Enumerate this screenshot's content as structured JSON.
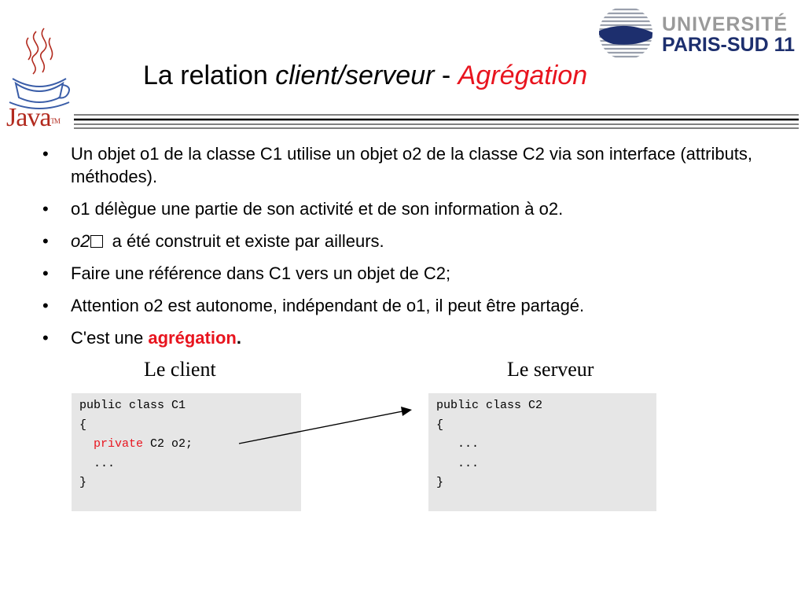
{
  "logos": {
    "java_word": "Java",
    "java_tm": "TM",
    "university_line1": "UNIVERSITÉ",
    "university_line2": "PARIS-SUD 11"
  },
  "title": {
    "part1": "La relation ",
    "part2": "client/serveur",
    "part3": " - ",
    "part4": "Agrégation"
  },
  "bullets": [
    "Un objet o1 de la classe C1 utilise un objet o2 de la classe C2 via son interface (attributs, méthodes).",
    "o1 délègue une partie de son activité et de son information à o2.",
    {
      "prefix": "o2",
      "suffix": " a été construit et existe par ailleurs."
    },
    "Faire une référence dans C1 vers un objet de C2;",
    "Attention o2 est autonome, indépendant de o1, il peut être partagé.",
    {
      "prefix": "C'est une ",
      "emphasis": "agrégation",
      "suffix": "."
    }
  ],
  "labels": {
    "client": "Le client",
    "server": "Le serveur"
  },
  "code_client": {
    "line1": "public class C1",
    "line2": "{",
    "line3_indent": "  ",
    "line3_keyword": "private",
    "line3_rest": " C2 o2;",
    "line4": "  ...",
    "line5": "}"
  },
  "code_server": {
    "line1": "public class C2",
    "line2": "{",
    "line3": "   ...",
    "line4": "   ...",
    "line5": "}"
  },
  "colors": {
    "accent_red": "#e8141e",
    "code_bg": "#e6e6e6",
    "java_red": "#b22a1e",
    "univ_blue": "#1d2f6e",
    "univ_grey": "#9a9a9a"
  }
}
